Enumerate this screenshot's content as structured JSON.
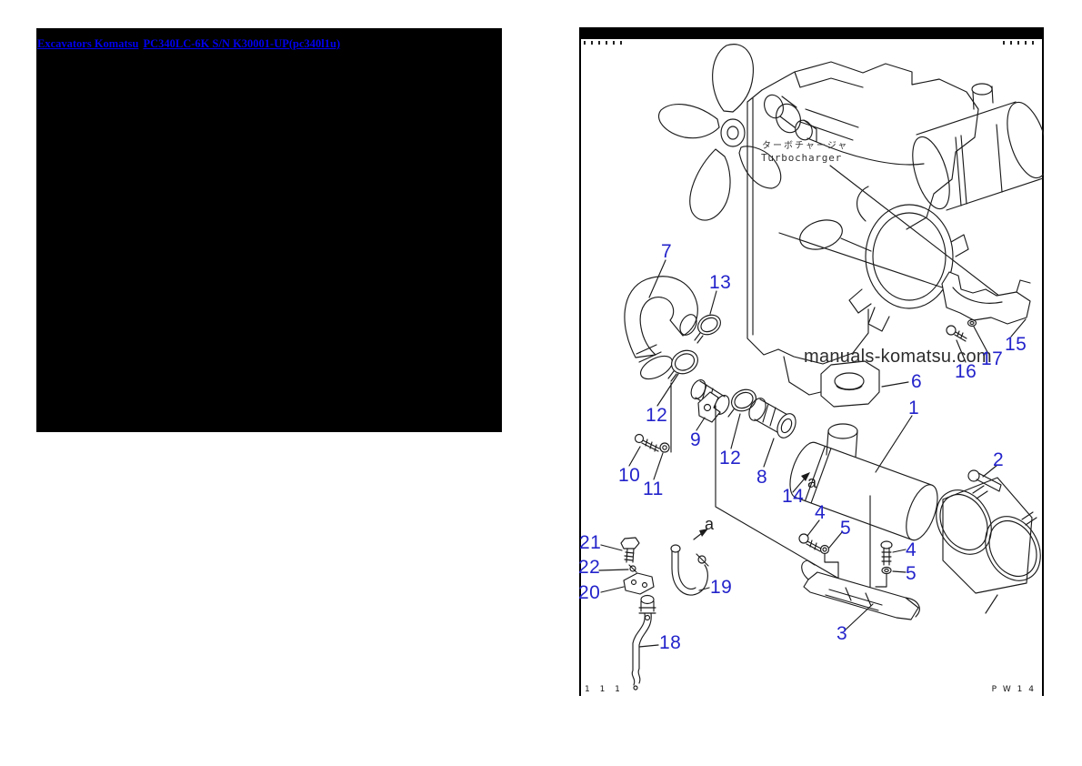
{
  "header": {
    "links": [
      {
        "text": "Excavators Komatsu"
      },
      {
        "text": "PC340LC-6K S/N K30001-UP(pc340l1u)"
      }
    ]
  },
  "theme": {
    "link_color": "#0000ee",
    "callout_color": "#2323cb",
    "drawing_line_color": "#1b1b1b",
    "panel_color": "#000000"
  },
  "diagram": {
    "watermark": "manuals-komatsu.com",
    "turbocharger_label_jp": "ターボチャージャ",
    "turbocharger_label_en": "Turbocharger",
    "ref_letter_mid": "a",
    "ref_letter_bottom": "a",
    "page_mark_left": "1 1 1",
    "page_mark_right": "P W 1 4",
    "callouts": [
      "7",
      "13",
      "15",
      "17",
      "16",
      "6",
      "1",
      "2",
      "12",
      "9",
      "12",
      "8",
      "10",
      "11",
      "14",
      "4",
      "5",
      "4",
      "5",
      "3",
      "21",
      "22",
      "20",
      "19",
      "18"
    ]
  }
}
